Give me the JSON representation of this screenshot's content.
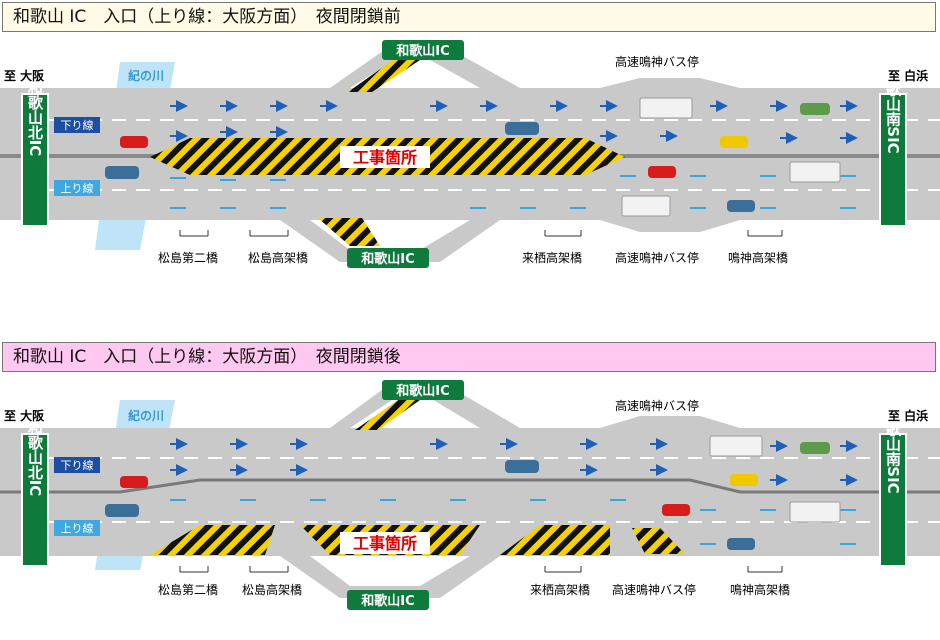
{
  "panels": [
    {
      "id": "before",
      "title": "和歌山 IC　入口（上り線：大阪方面）　夜間閉鎖前",
      "title_bg": "#fffbe6",
      "to_osaka": "至 大阪",
      "to_shirahama": "至 白浜",
      "river": "紀の川",
      "ic_top": "和歌山IC",
      "ic_bottom": "和歌山IC",
      "bus_stop_top": "高速鳴神バス停",
      "bus_stop_bottom": "高速鳴神バス停",
      "work_zone": "工事箇所",
      "lane_down": "下り線",
      "lane_up": "上り線",
      "ic_left": "和歌山北IC",
      "ic_right": "和歌山南SIC",
      "bridges": [
        "松島第二橋",
        "松島高架橋",
        "来栖高架橋",
        "鳴神高架橋"
      ]
    },
    {
      "id": "after",
      "title": "和歌山 IC　入口（上り線：大阪方面）　夜間閉鎖後",
      "title_bg": "#ffc8f0",
      "to_osaka": "至 大阪",
      "to_shirahama": "至 白浜",
      "river": "紀の川",
      "ic_top": "和歌山IC",
      "ic_bottom": "和歌山IC",
      "bus_stop_top": "高速鳴神バス停",
      "work_zone": "工事箇所",
      "lane_down": "下り線",
      "lane_up": "上り線",
      "ic_left": "和歌山北IC",
      "ic_right": "和歌山南SIC",
      "bridges": [
        "松島第二橋",
        "松島高架橋",
        "来栖高架橋",
        "鳴神高架橋"
      ]
    }
  ],
  "colors": {
    "road": "#c9c9c9",
    "ic_sign": "#0e7a3c",
    "lane_down_bg": "#1c4fa0",
    "lane_up_bg": "#3fa8e0",
    "arrow_down": "#1f5fb8",
    "arrow_up": "#3aa4e0",
    "work_zone_text": "#e00000",
    "hatch_yellow": "#f5d200",
    "river": "#bfe3f7"
  }
}
